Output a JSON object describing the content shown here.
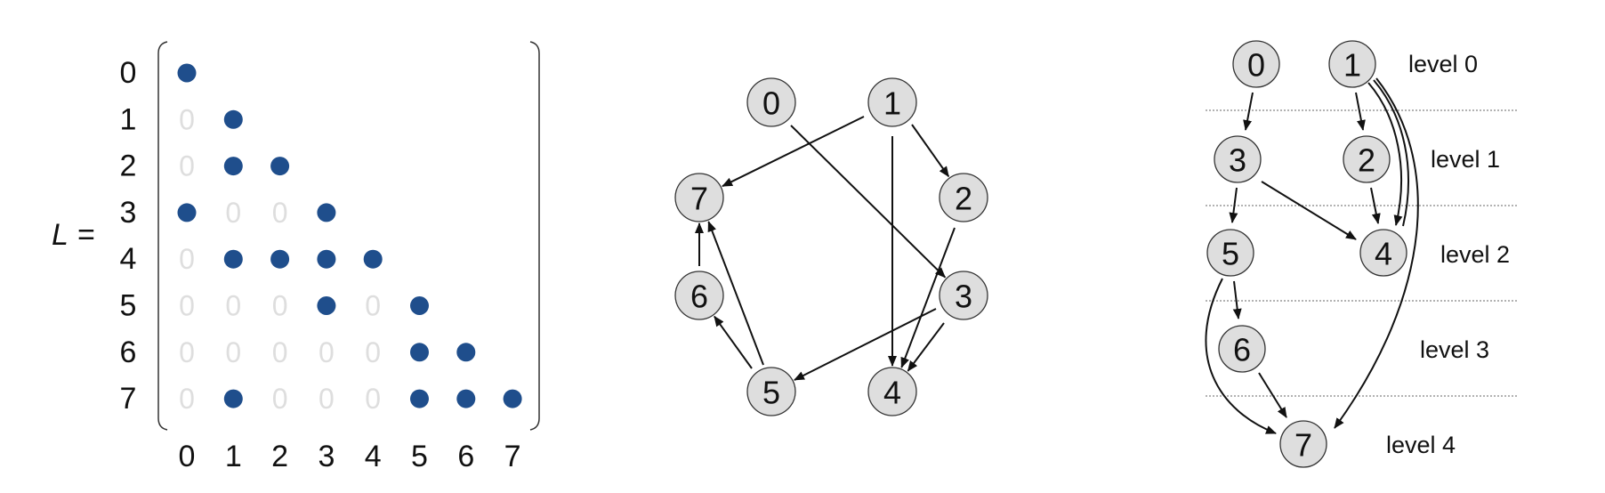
{
  "matrix": {
    "label_italic": "L",
    "label_equals": "=",
    "row_labels": [
      "0",
      "1",
      "2",
      "3",
      "4",
      "5",
      "6",
      "7"
    ],
    "col_labels": [
      "0",
      "1",
      "2",
      "3",
      "4",
      "5",
      "6",
      "7"
    ],
    "zero_text": "0",
    "dot_color": "#1f4e8c",
    "zero_color": "#dedede",
    "cells": [
      [
        1,
        0,
        0,
        0,
        0,
        0,
        0,
        0
      ],
      [
        0,
        1,
        0,
        0,
        0,
        0,
        0,
        0
      ],
      [
        0,
        1,
        1,
        0,
        0,
        0,
        0,
        0
      ],
      [
        1,
        0,
        0,
        1,
        0,
        0,
        0,
        0
      ],
      [
        0,
        1,
        1,
        1,
        1,
        0,
        0,
        0
      ],
      [
        0,
        0,
        0,
        1,
        0,
        1,
        0,
        0
      ],
      [
        0,
        0,
        0,
        0,
        0,
        1,
        1,
        0
      ],
      [
        0,
        1,
        0,
        0,
        0,
        1,
        1,
        1
      ]
    ]
  },
  "graph": {
    "nodes": [
      "0",
      "1",
      "2",
      "3",
      "4",
      "5",
      "6",
      "7"
    ],
    "edges": [
      [
        1,
        7
      ],
      [
        1,
        2
      ],
      [
        1,
        4
      ],
      [
        0,
        3
      ],
      [
        2,
        4
      ],
      [
        3,
        4
      ],
      [
        3,
        5
      ],
      [
        5,
        6
      ],
      [
        5,
        7
      ],
      [
        6,
        7
      ]
    ]
  },
  "levels": {
    "labels": [
      "level 0",
      "level 1",
      "level 2",
      "level 3",
      "level 4"
    ],
    "assignment": {
      "0": 0,
      "1": 0,
      "2": 1,
      "3": 1,
      "4": 2,
      "5": 2,
      "6": 3,
      "7": 4
    }
  }
}
